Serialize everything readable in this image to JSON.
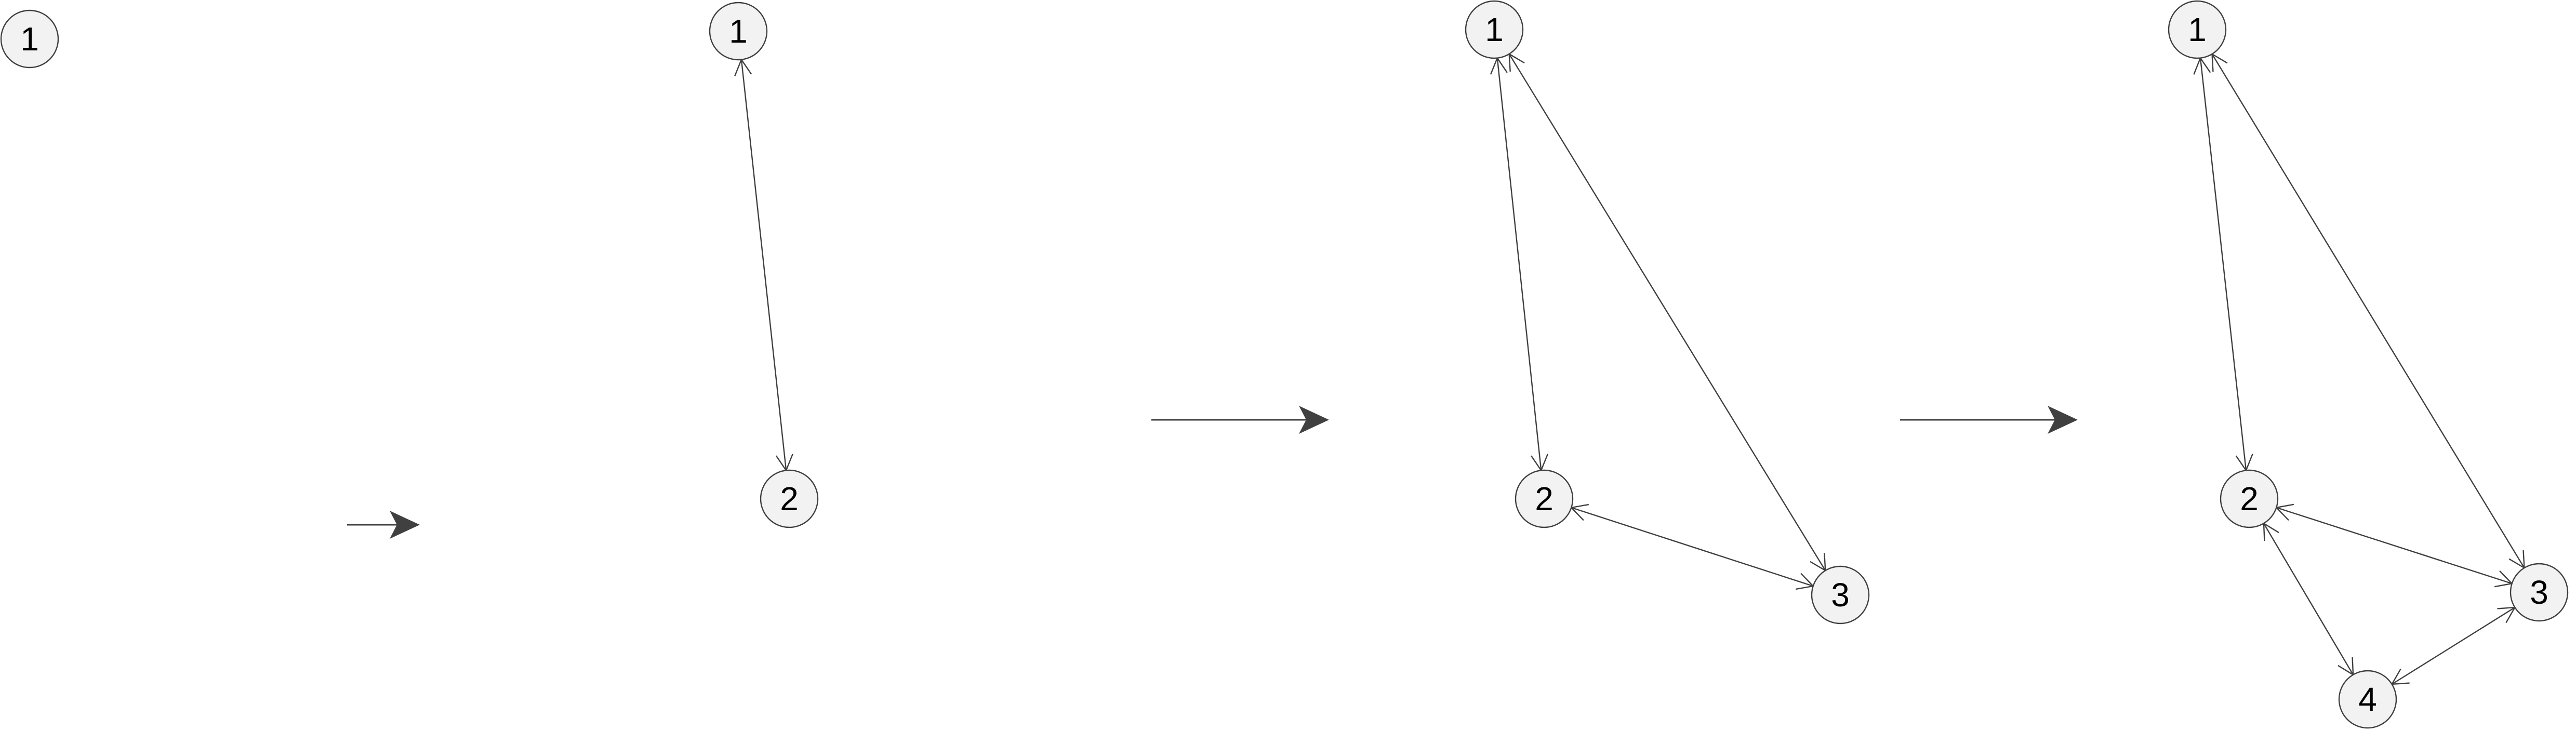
{
  "stages": [
    {
      "nodes": [
        {
          "label": "1"
        }
      ],
      "edges": []
    },
    {
      "nodes": [
        {
          "label": "1"
        },
        {
          "label": "2"
        }
      ],
      "edges": [
        {
          "from": "1",
          "to": "2",
          "bidirectional": true
        }
      ]
    },
    {
      "nodes": [
        {
          "label": "1"
        },
        {
          "label": "2"
        },
        {
          "label": "3"
        }
      ],
      "edges": [
        {
          "from": "1",
          "to": "2",
          "bidirectional": true
        },
        {
          "from": "1",
          "to": "3",
          "bidirectional": true
        },
        {
          "from": "2",
          "to": "3",
          "bidirectional": true
        }
      ]
    },
    {
      "nodes": [
        {
          "label": "1"
        },
        {
          "label": "2"
        },
        {
          "label": "3"
        },
        {
          "label": "4"
        }
      ],
      "edges": [
        {
          "from": "1",
          "to": "2",
          "bidirectional": true
        },
        {
          "from": "1",
          "to": "3",
          "bidirectional": true
        },
        {
          "from": "2",
          "to": "3",
          "bidirectional": true
        },
        {
          "from": "2",
          "to": "4",
          "bidirectional": true
        },
        {
          "from": "3",
          "to": "4",
          "bidirectional": true
        }
      ]
    }
  ],
  "transitions": [
    {
      "from_stage": 1,
      "to_stage": 2
    },
    {
      "from_stage": 2,
      "to_stage": 3
    },
    {
      "from_stage": 3,
      "to_stage": 4
    }
  ],
  "colors": {
    "node_fill": "#f2f2f2",
    "stroke": "#3f3f3f",
    "step_arrow": "#404040",
    "text": "#000000"
  }
}
